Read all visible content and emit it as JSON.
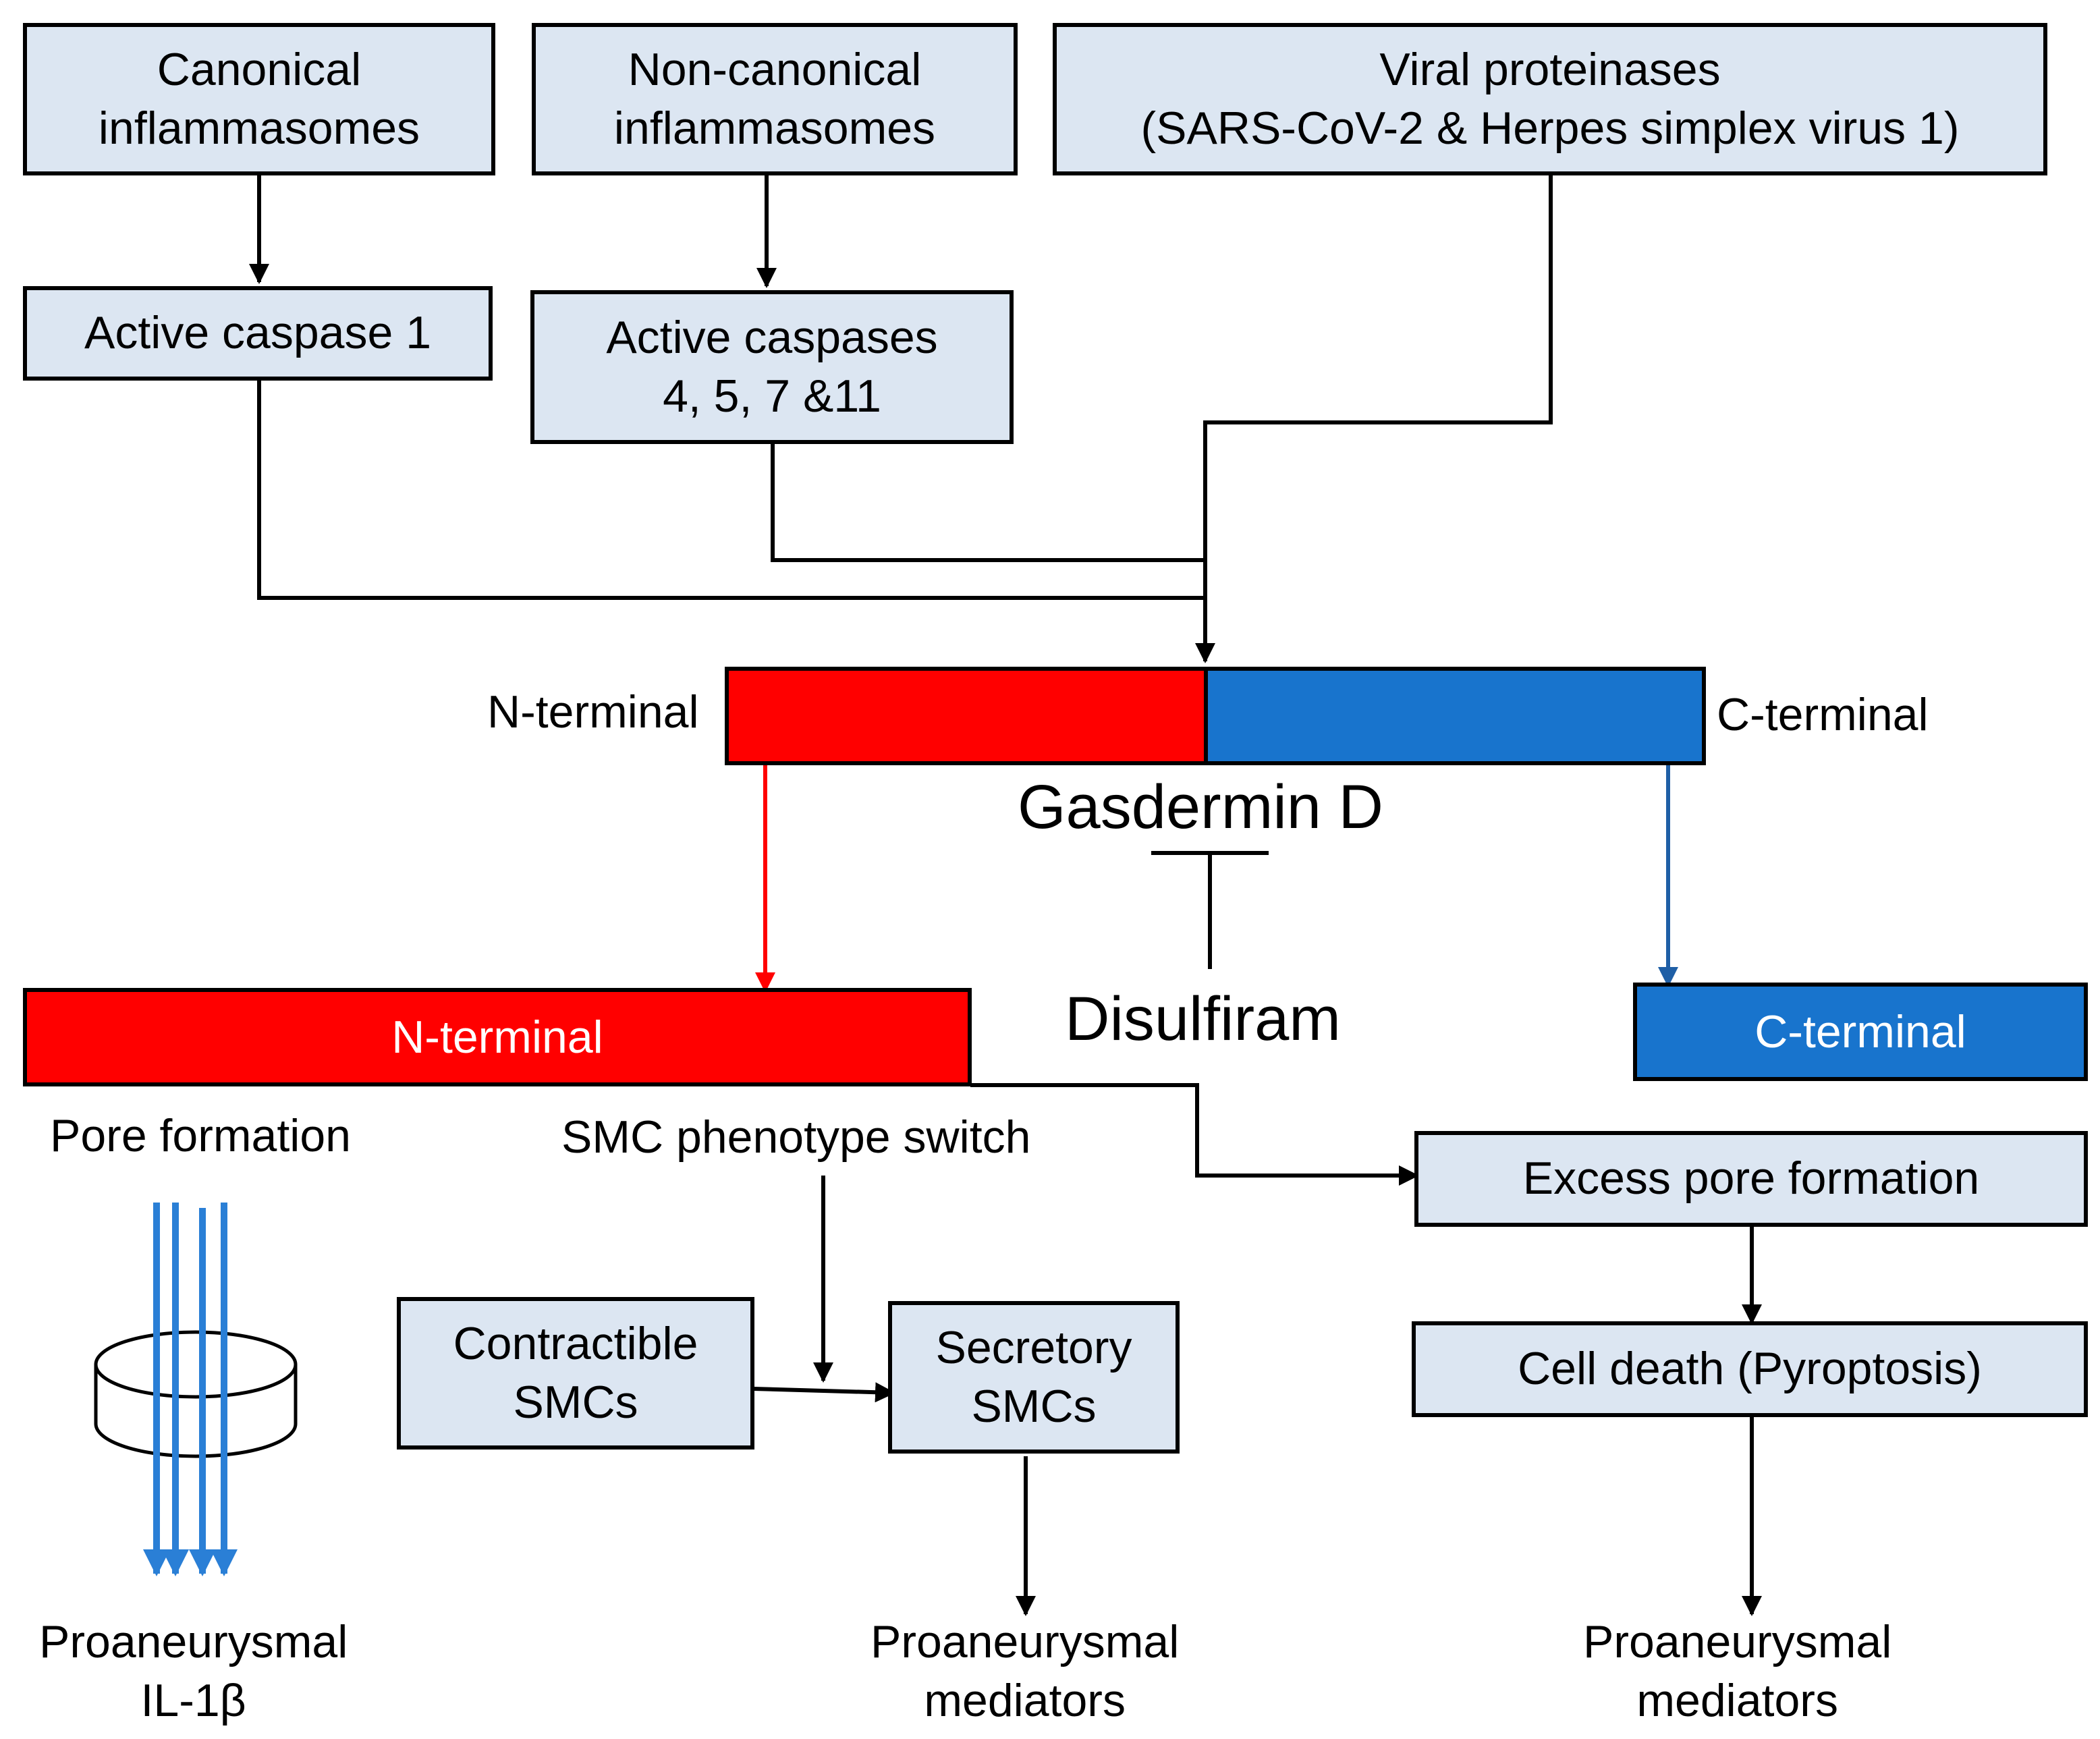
{
  "sources": {
    "canonical": [
      "Canonical",
      "inflammasomes"
    ],
    "noncanonical": [
      "Non-canonical",
      "inflammasomes"
    ],
    "viral": [
      "Viral proteinases",
      "(SARS-CoV-2 & Herpes simplex virus 1)"
    ]
  },
  "caspases": {
    "caspase1": "Active caspase 1",
    "caspases_other": [
      "Active caspases",
      "4, 5, 7 &11"
    ]
  },
  "gasdermin": {
    "name": "Gasdermin D",
    "n_label": "N-terminal",
    "c_label": "C-terminal",
    "inhibitor": "Disulfiram"
  },
  "cleaved": {
    "n_fragment": "N-terminal",
    "c_fragment": "C-terminal"
  },
  "n_effects": {
    "pore_formation": "Pore formation",
    "smc_switch": "SMC phenotype switch",
    "contractile": [
      "Contractible",
      "SMCs"
    ],
    "secretory": [
      "Secretory",
      "SMCs"
    ],
    "il1b": [
      "Proaneurysmal",
      "IL-1β"
    ],
    "mediators_smc": [
      "Proaneurysmal",
      "mediators"
    ]
  },
  "death_path": {
    "excess_pore": "Excess pore formation",
    "pyroptosis": "Cell death (Pyroptosis)",
    "mediators_death": [
      "Proaneurysmal",
      "mediators"
    ]
  },
  "colors": {
    "box_fill": "#dce6f2",
    "n_terminal": "#ff0000",
    "c_terminal": "#1874cd",
    "il1b_arrows": "#2a7fd6"
  }
}
